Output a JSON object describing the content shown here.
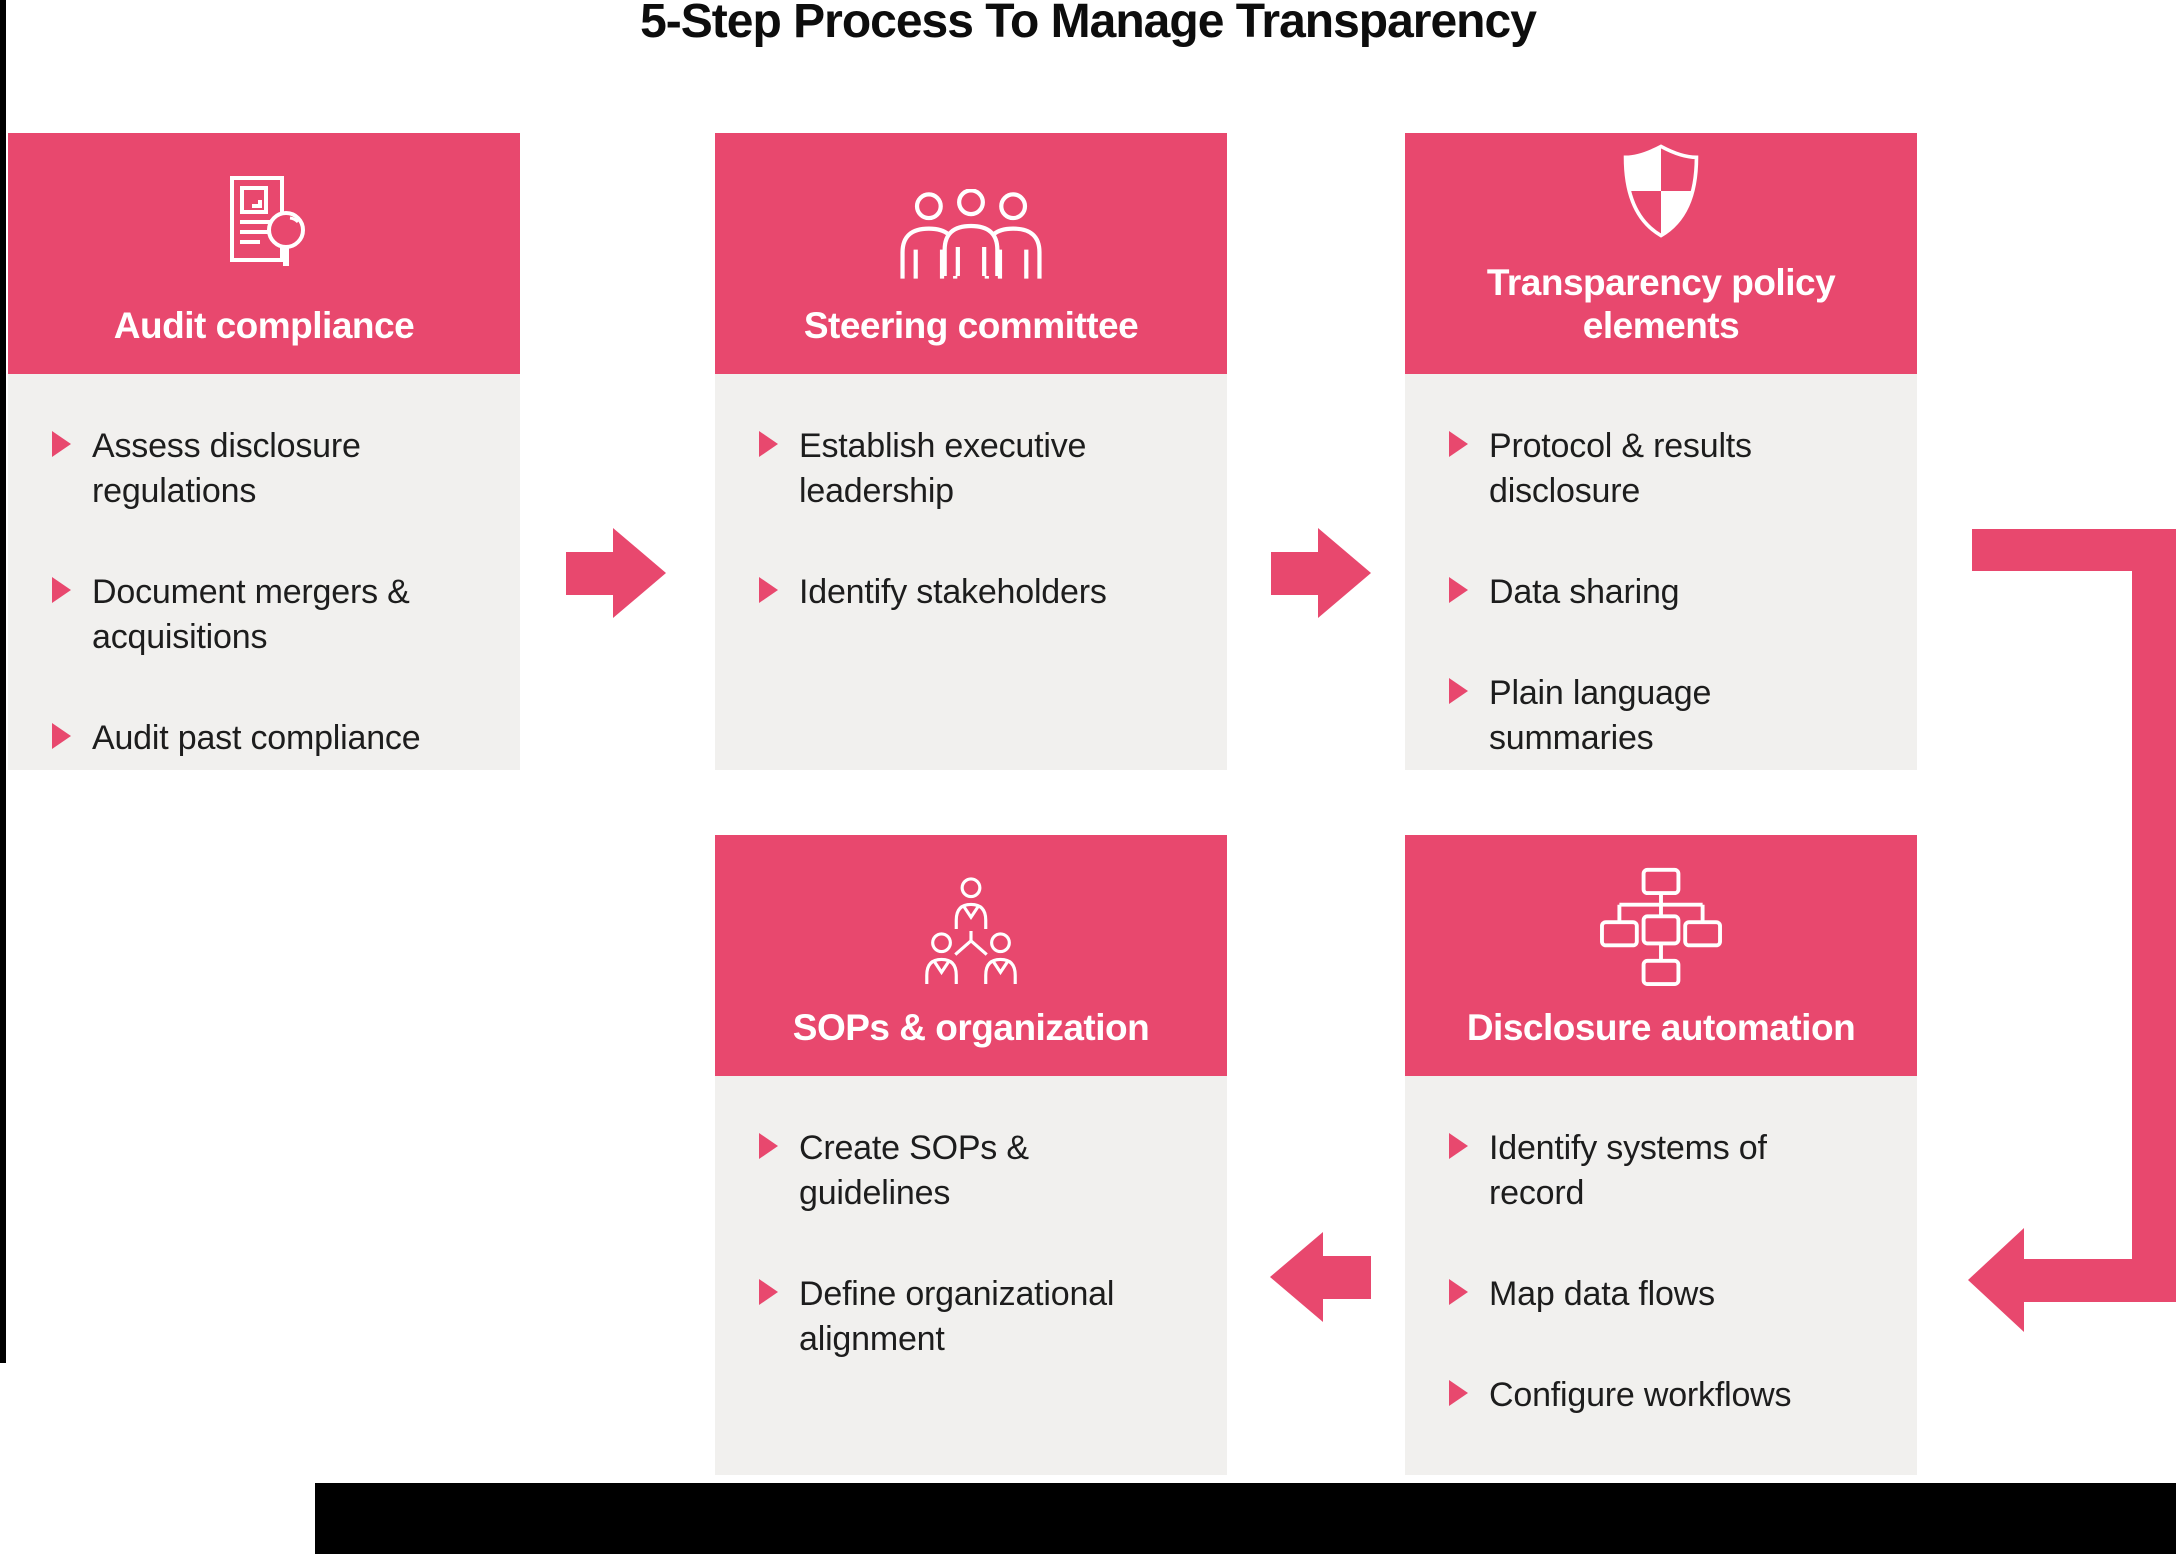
{
  "title": "5-Step Process To Manage Transparency",
  "theme": {
    "accent_pink": "#E8486E",
    "card_body_bg": "#F1F0EE",
    "header_text": "#FFFFFF",
    "body_text": "#1D1D1D",
    "frame_black": "#000000"
  },
  "cards": [
    {
      "title": "Audit compliance",
      "icon": "document-magnifier-icon",
      "bullets": [
        "Assess disclosure\nregulations",
        "Document mergers &\nacquisitions",
        "Audit past compliance"
      ]
    },
    {
      "title": "Steering committee",
      "icon": "people-group-icon",
      "bullets": [
        "Establish executive\nleadership",
        "Identify stakeholders"
      ]
    },
    {
      "title": "Transparency policy\nelements",
      "icon": "shield-icon",
      "bullets": [
        "Protocol & results\ndisclosure",
        "Data sharing",
        "Plain language\nsummaries"
      ]
    },
    {
      "title": "SOPs & organization",
      "icon": "org-hierarchy-icon",
      "bullets": [
        "Create SOPs &\nguidelines",
        "Define organizational\nalignment"
      ]
    },
    {
      "title": "Disclosure automation",
      "icon": "flowchart-icon",
      "bullets": [
        "Identify systems of\nrecord",
        "Map data flows",
        "Configure workflows"
      ]
    }
  ]
}
